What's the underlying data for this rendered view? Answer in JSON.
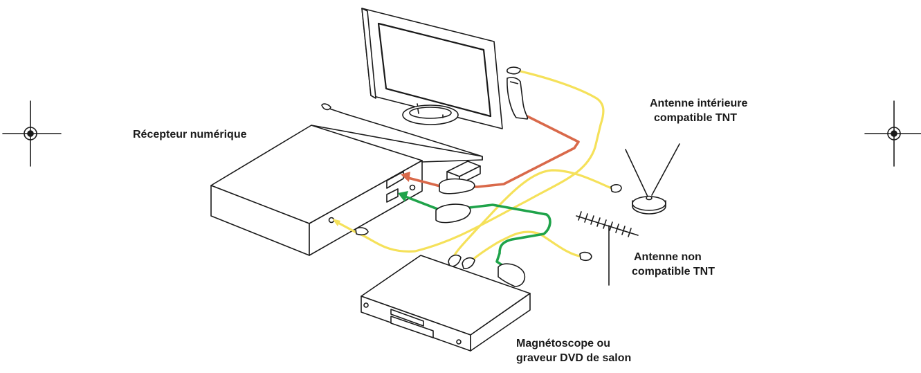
{
  "labels": {
    "receiver": "Récepteur numérique",
    "indoor_antenna": [
      "Antenne intérieure",
      "compatible TNT"
    ],
    "outdoor_antenna": [
      "Antenne non",
      "compatible TNT"
    ],
    "recorder": [
      "Magnétoscope ou",
      "graveur DVD de salon"
    ]
  },
  "colors": {
    "outline": "#1a1a1a",
    "coax_cable": "#f5e15a",
    "hdmi_cable": "#d9694a",
    "scart_cable": "#1fa34a"
  }
}
